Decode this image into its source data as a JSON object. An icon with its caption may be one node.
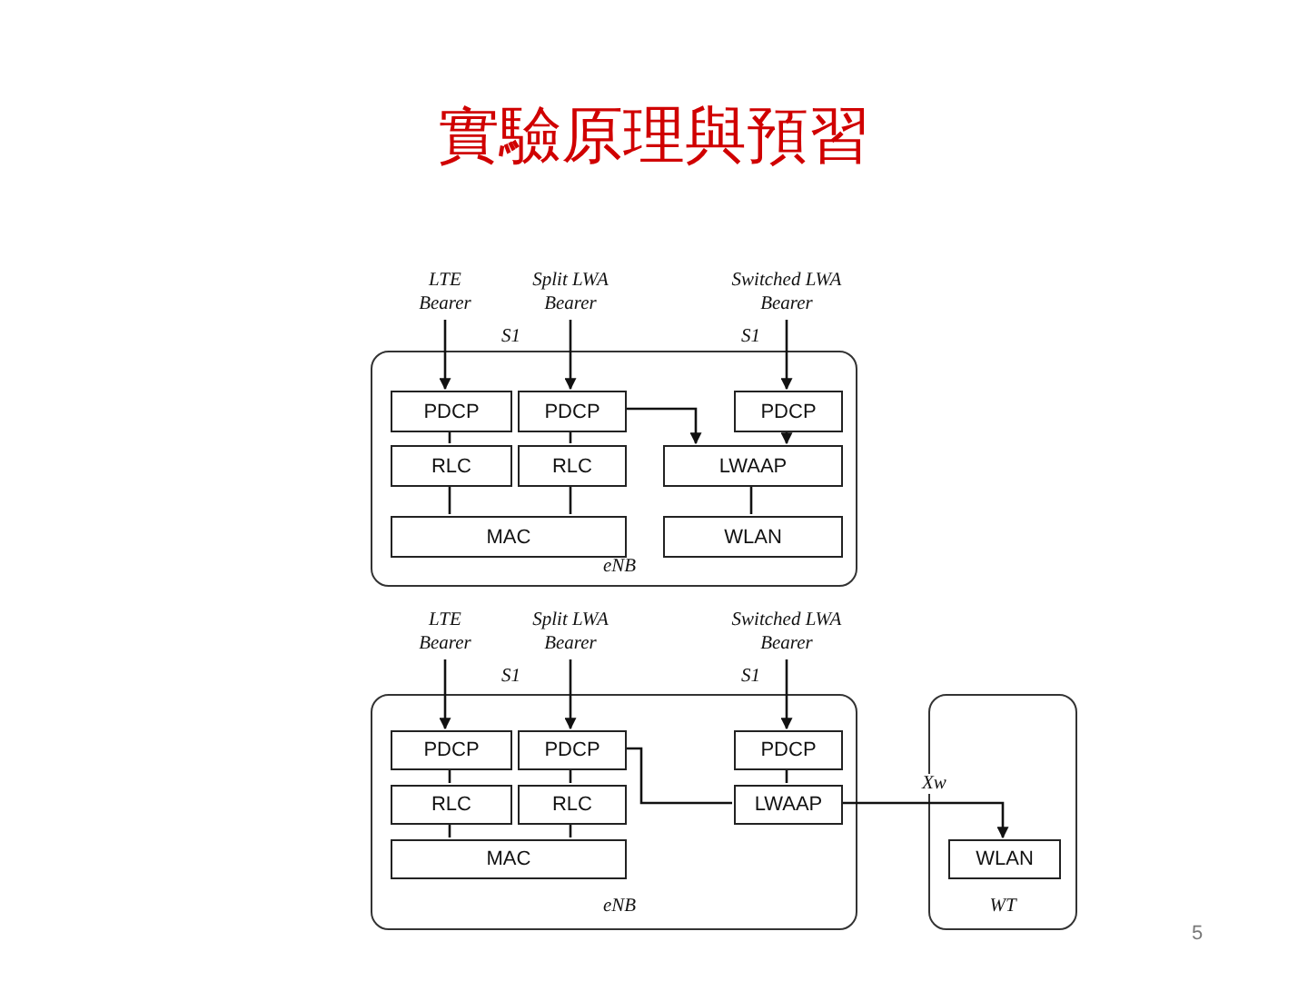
{
  "diagram": {
    "title": "實驗原理與預習",
    "nodes": [
      {
        "text": [
          "eNB"
        ]
      },
      {
        "text": [
          "LTE Bearer"
        ]
      },
      {
        "text": [
          "Split LWA Bearer"
        ]
      },
      {
        "text": [
          "Switched LWA Bearer"
        ]
      },
      {
        "text": [
          "PDCP"
        ],
        "in": 0
      },
      {
        "text": [
          "PDCP"
        ],
        "in": 0
      },
      {
        "text": [
          "PDCP"
        ],
        "in": 0
      },
      {
        "text": [
          "RLC"
        ],
        "in": 0
      },
      {
        "text": [
          "RLC"
        ],
        "in": 0
      },
      {
        "text": [
          "LWAAP"
        ],
        "in": 0
      },
      {
        "text": [
          "MAC"
        ],
        "in": 0
      },
      {
        "text": [
          "WLAN"
        ],
        "in": 0
      },
      {
        "text": [
          "eNB"
        ]
      },
      {
        "text": [
          "WT"
        ]
      },
      {
        "text": [
          "LTE Bearer"
        ]
      },
      {
        "text": [
          "Split LWA Bearer"
        ]
      },
      {
        "text": [
          "Switched LWA Bearer"
        ]
      },
      {
        "text": [
          "PDCP"
        ],
        "in": 12
      },
      {
        "text": [
          "PDCP"
        ],
        "in": 12
      },
      {
        "text": [
          "PDCP"
        ],
        "in": 12
      },
      {
        "text": [
          "RLC"
        ],
        "in": 12
      },
      {
        "text": [
          "RLC"
        ],
        "in": 12
      },
      {
        "text": [
          "LWAAP"
        ],
        "in": 12
      },
      {
        "text": [
          "MAC"
        ],
        "in": 12
      },
      {
        "text": [
          "WLAN"
        ],
        "in": 13
      }
    ],
    "edges": [
      {
        "from": 1,
        "to": 4,
        "arrow": "to"
      },
      {
        "from": 2,
        "to": 5,
        "arrow": "to"
      },
      {
        "from": 3,
        "to": 6,
        "arrow": "to"
      },
      {
        "from": 5,
        "to": 9,
        "arrow": "to"
      },
      {
        "from": 6,
        "to": 9,
        "arrow": "to"
      },
      {
        "from": 4,
        "to": 7,
        "arrow": "none"
      },
      {
        "from": 5,
        "to": 8,
        "arrow": "none"
      },
      {
        "from": 7,
        "to": 10,
        "arrow": "none"
      },
      {
        "from": 8,
        "to": 10,
        "arrow": "none"
      },
      {
        "from": 9,
        "to": 11,
        "arrow": "none"
      },
      {
        "from": 14,
        "to": 17,
        "arrow": "to"
      },
      {
        "from": 15,
        "to": 18,
        "arrow": "to"
      },
      {
        "from": 16,
        "to": 19,
        "arrow": "to"
      },
      {
        "from": 18,
        "to": 22,
        "arrow": "none"
      },
      {
        "from": 19,
        "to": 22,
        "arrow": "none"
      },
      {
        "from": 22,
        "to": 24,
        "arrow": "to",
        "label": "Xw"
      },
      {
        "from": 17,
        "to": 20,
        "arrow": "none"
      },
      {
        "from": 18,
        "to": 21,
        "arrow": "none"
      },
      {
        "from": 20,
        "to": 23,
        "arrow": "none"
      },
      {
        "from": 21,
        "to": 23,
        "arrow": "none"
      }
    ],
    "labels": [
      "S1",
      "S1",
      "S1",
      "S1",
      "5"
    ]
  }
}
